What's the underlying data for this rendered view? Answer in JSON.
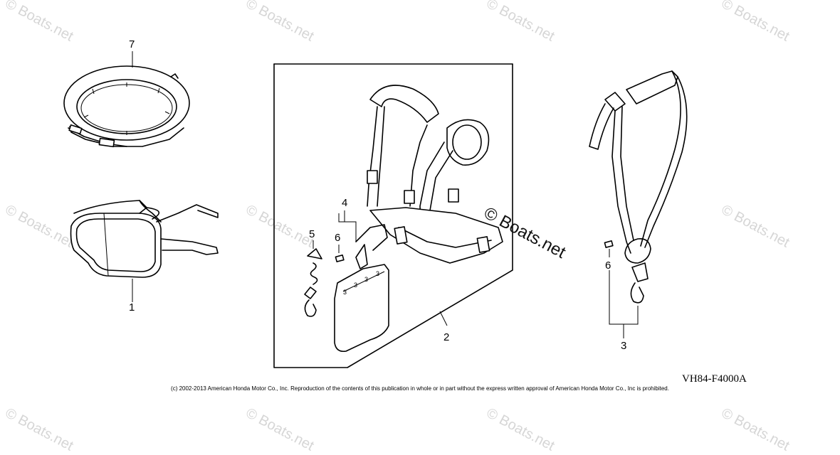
{
  "watermark": {
    "text": "© Boats.net",
    "main_text": "© Boats.net"
  },
  "callouts": {
    "c1": "1",
    "c2": "2",
    "c3": "3",
    "c4": "4",
    "c5": "5",
    "c6a": "6",
    "c6b": "6",
    "c7": "7"
  },
  "reference_code": "VH84-F4000A",
  "copyright": "(c) 2002-2013 American Honda Motor Co., Inc. Reproduction of the contents of this publication in whole or in part without the express written approval of American Honda Motor Co., Inc is prohibited.",
  "colors": {
    "line": "#000000",
    "watermark": "#d6d6d6",
    "background": "#ffffff"
  }
}
